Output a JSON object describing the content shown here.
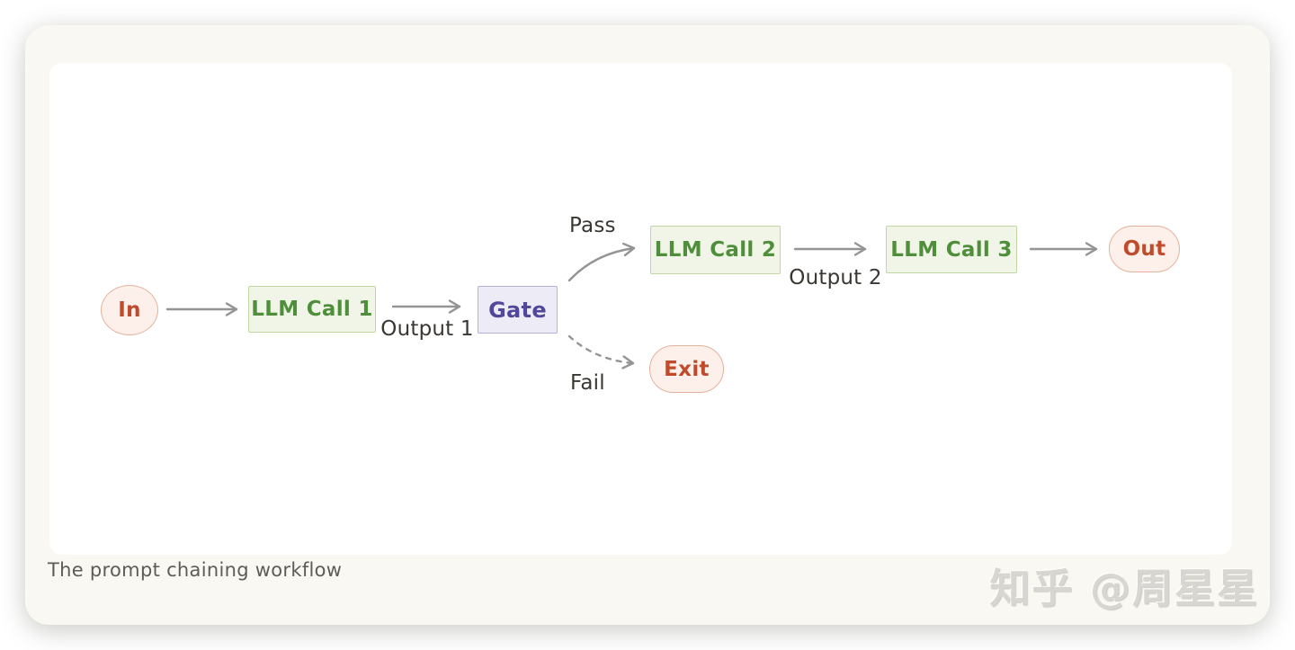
{
  "figure": {
    "caption": "The prompt chaining workflow",
    "watermark": "知乎 @周星星"
  },
  "diagram": {
    "nodes": [
      {
        "id": "in",
        "label": "In",
        "shape": "ellipse",
        "role": "input"
      },
      {
        "id": "llm-call-1",
        "label": "LLM Call 1",
        "shape": "rect",
        "role": "llm"
      },
      {
        "id": "gate",
        "label": "Gate",
        "shape": "rect",
        "role": "gate"
      },
      {
        "id": "llm-call-2",
        "label": "LLM Call 2",
        "shape": "rect",
        "role": "llm"
      },
      {
        "id": "llm-call-3",
        "label": "LLM Call 3",
        "shape": "rect",
        "role": "llm"
      },
      {
        "id": "out",
        "label": "Out",
        "shape": "pill",
        "role": "output"
      },
      {
        "id": "exit",
        "label": "Exit",
        "shape": "pill",
        "role": "output"
      }
    ],
    "edges": [
      {
        "from": "in",
        "to": "llm-call-1",
        "label": "",
        "style": "solid"
      },
      {
        "from": "llm-call-1",
        "to": "gate",
        "label": "Output 1",
        "style": "solid"
      },
      {
        "from": "gate",
        "to": "llm-call-2",
        "label": "Pass",
        "style": "solid-curve"
      },
      {
        "from": "llm-call-2",
        "to": "llm-call-3",
        "label": "Output 2",
        "style": "solid"
      },
      {
        "from": "llm-call-3",
        "to": "out",
        "label": "",
        "style": "solid"
      },
      {
        "from": "gate",
        "to": "exit",
        "label": "Fail",
        "style": "dashed-curve"
      }
    ]
  },
  "colors": {
    "page_bg": "#ffffff",
    "card_bg": "#f9f8f2",
    "panel_bg": "#ffffff",
    "green_bg": "#f0f5e7",
    "green_border": "#c1d7a3",
    "green_text": "#4f8f3b",
    "purple_bg": "#ecebf6",
    "purple_border": "#b5b1d8",
    "purple_text": "#51489b",
    "pink_bg": "#fdf0ea",
    "pink_border": "#e2b29b",
    "pink_text": "#c04b2c",
    "arrow": "#949494",
    "label_text": "#3a3733",
    "caption_text": "#5f5b55",
    "watermark_text": "#d8d6d0"
  }
}
